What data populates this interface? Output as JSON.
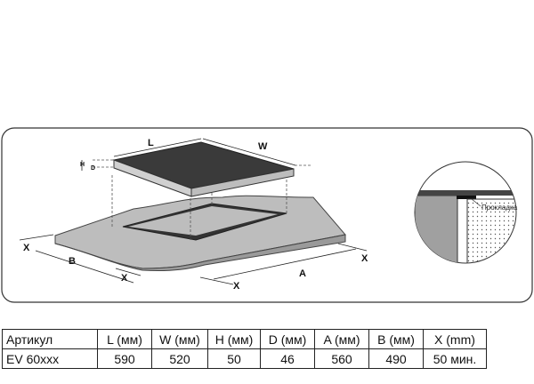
{
  "diagram": {
    "labels": {
      "length": "L",
      "width": "W",
      "height": "H",
      "depth": "D",
      "cutout_a": "A",
      "cutout_b": "B",
      "margin_x": "X"
    },
    "gasket_label": "Прокладка"
  },
  "table": {
    "header": [
      "Артикул",
      "L (мм)",
      "W (мм)",
      "H (мм)",
      "D (мм)",
      "A (мм)",
      "B (мм)",
      "X (mm)"
    ],
    "rows": [
      [
        "EV 60xxx",
        "590",
        "520",
        "50",
        "46",
        "560",
        "490",
        "50 мин."
      ]
    ]
  }
}
